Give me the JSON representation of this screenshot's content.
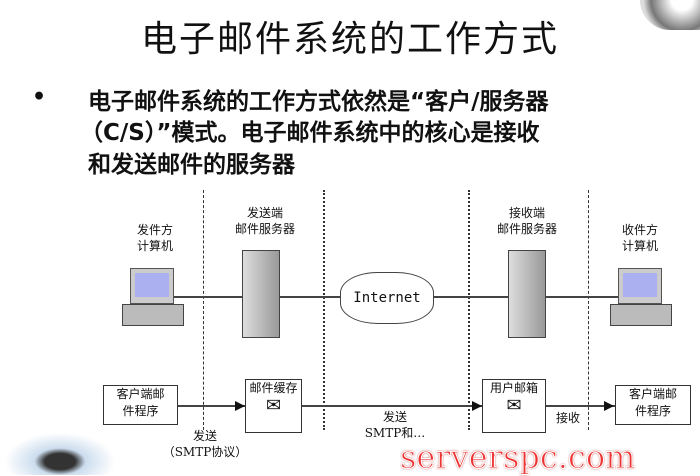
{
  "title": "电子邮件系统的工作方式",
  "bullet": {
    "symbol": "•",
    "lines": [
      "电子邮件系统的工作方式依然是“客户/服务器",
      "（C/S）”模式。电子邮件系统中的核心是接收",
      "和发送邮件的服务器"
    ]
  },
  "diagram": {
    "sender_computer": [
      "发件方",
      "计算机"
    ],
    "sender_server": [
      "发送端",
      "邮件服务器"
    ],
    "internet": "Internet",
    "receiver_server": [
      "接收端",
      "邮件服务器"
    ],
    "receiver_computer": [
      "收件方",
      "计算机"
    ],
    "client_left": [
      "客户端邮",
      "件程序"
    ],
    "mail_cache": "邮件缓存",
    "user_mailbox": "用户邮箱",
    "client_right": [
      "客户端邮",
      "件程序"
    ],
    "send1": [
      "发送",
      "（SMTP协议）"
    ],
    "send2": [
      "发送",
      "SMTP和…"
    ],
    "receive": "接收"
  },
  "watermark": "serverspc.com"
}
